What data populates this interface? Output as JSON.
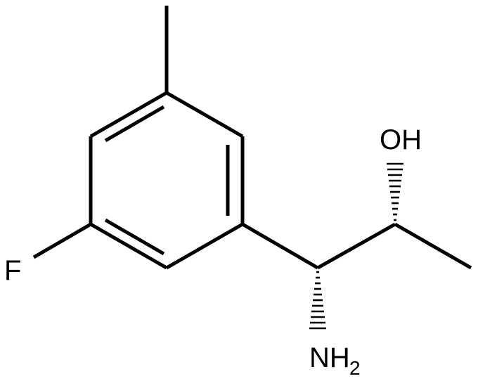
{
  "molecule": {
    "atoms": {
      "fluorine": "F",
      "hydroxyl": "OH",
      "amine_main": "NH",
      "amine_sub": "2"
    }
  },
  "colors": {
    "bond": "#000000",
    "background": "#ffffff"
  }
}
